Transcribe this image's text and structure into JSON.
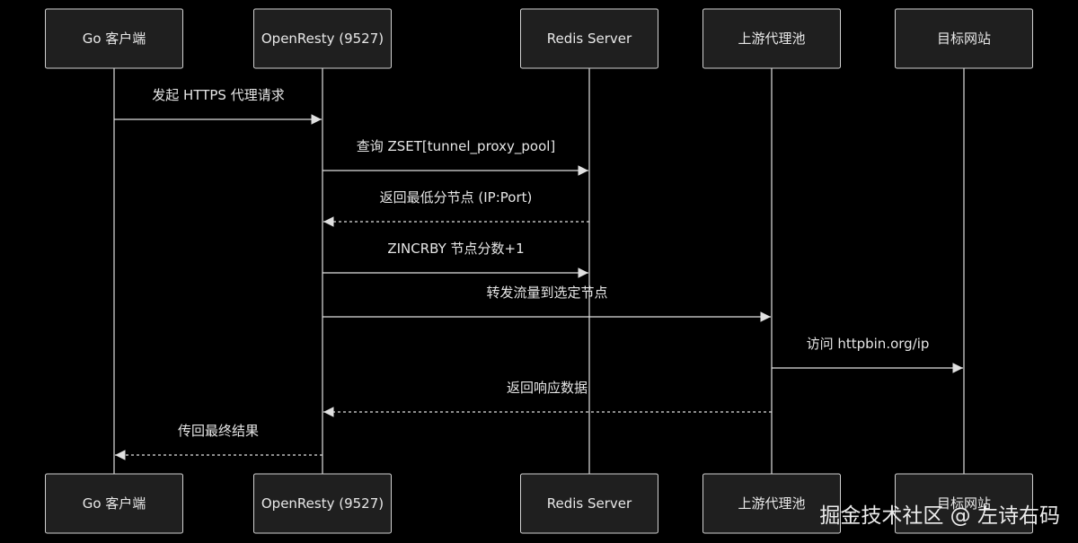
{
  "participants": [
    {
      "id": "client",
      "label": "Go 客户端"
    },
    {
      "id": "openresty",
      "label": "OpenResty (9527)"
    },
    {
      "id": "redis",
      "label": "Redis Server"
    },
    {
      "id": "upstream",
      "label": "上游代理池"
    },
    {
      "id": "target",
      "label": "目标网站"
    }
  ],
  "messages": [
    {
      "from": "client",
      "to": "openresty",
      "label": "发起 HTTPS 代理请求",
      "style": "solid"
    },
    {
      "from": "openresty",
      "to": "redis",
      "label": "查询 ZSET[tunnel_proxy_pool]",
      "style": "solid"
    },
    {
      "from": "redis",
      "to": "openresty",
      "label": "返回最低分节点 (IP:Port)",
      "style": "dashed"
    },
    {
      "from": "openresty",
      "to": "redis",
      "label": "ZINCRBY 节点分数+1",
      "style": "solid"
    },
    {
      "from": "openresty",
      "to": "upstream",
      "label": "转发流量到选定节点",
      "style": "solid"
    },
    {
      "from": "upstream",
      "to": "target",
      "label": "访问 httpbin.org/ip",
      "style": "solid"
    },
    {
      "from": "upstream",
      "to": "openresty",
      "label": "返回响应数据",
      "style": "dashed"
    },
    {
      "from": "openresty",
      "to": "client",
      "label": "传回最终结果",
      "style": "dashed"
    }
  ],
  "watermark": "掘金技术社区 @ 左诗右码",
  "colors": {
    "background": "#000000",
    "box_fill": "#1f1f1f",
    "box_stroke": "#d0d0d0",
    "line": "#e0e0e0",
    "text": "#e8e8e8"
  }
}
